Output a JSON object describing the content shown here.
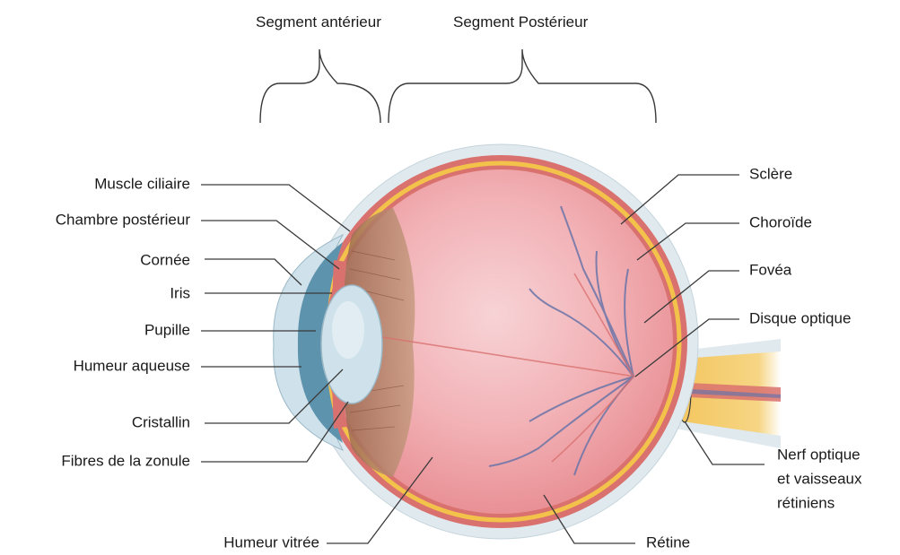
{
  "segments": {
    "anterior": "Segment antérieur",
    "posterior": "Segment Postérieur"
  },
  "labels": {
    "muscle_ciliaire": "Muscle ciliaire",
    "chambre_posterieur": "Chambre postérieur",
    "cornee": "Cornée",
    "iris": "Iris",
    "pupille": "Pupille",
    "humeur_aqueuse": "Humeur aqueuse",
    "cristallin": "Cristallin",
    "fibres_zonule": "Fibres de la zonule",
    "humeur_vitree": "Humeur vitrée",
    "sclere": "Sclère",
    "choroide": "Choroïde",
    "fovea": "Fovéa",
    "disque_optique": "Disque optique",
    "nerf_line1": "Nerf optique",
    "nerf_line2": "et vaisseaux",
    "nerf_line3": "rétiniens",
    "retine": "Rétine"
  },
  "colors": {
    "sclera": "#dfe9ee",
    "choroid_red": "#d9716f",
    "retina_yellow": "#f3c24a",
    "vitreous": "#f0a7aa",
    "cornea_blue": "#5e93ad",
    "lens": "#cfe2ec",
    "ciliary": "#b6745f",
    "vessel": "#6b74a8"
  }
}
